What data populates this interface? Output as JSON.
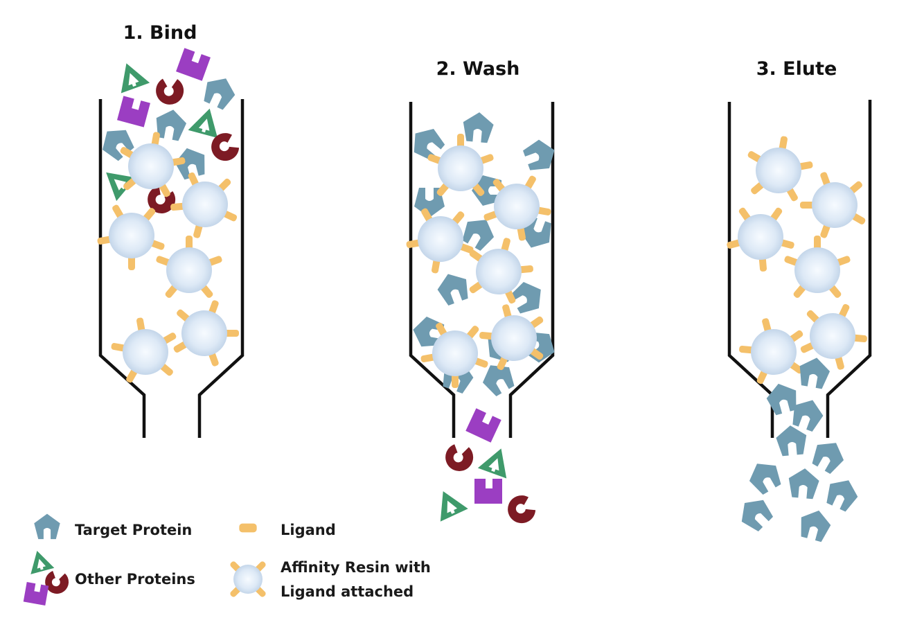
{
  "steps": [
    {
      "title": "1. Bind"
    },
    {
      "title": "2. Wash"
    },
    {
      "title": "3. Elute"
    }
  ],
  "legend": {
    "target_protein": "Target Protein",
    "other_proteins": "Other Proteins",
    "ligand": "Ligand",
    "resin_line1": "Affinity Resin with",
    "resin_line2": "Ligand attached"
  },
  "colors": {
    "target_protein": "#6f9bb0",
    "ligand": "#f4c06a",
    "resin_bead": "#dbe8f5",
    "green_protein": "#3f9a6b",
    "purple_protein": "#9b3ec2",
    "red_protein": "#7d1b24",
    "column_wall": "#111111"
  },
  "icons": {
    "target_protein": "pentagon-notch-icon",
    "green_protein": "triangle-arrow-icon",
    "purple_protein": "notched-square-icon",
    "red_protein": "crescent-icon",
    "ligand": "ligand-pill-icon",
    "resin": "resin-bead-icon"
  }
}
